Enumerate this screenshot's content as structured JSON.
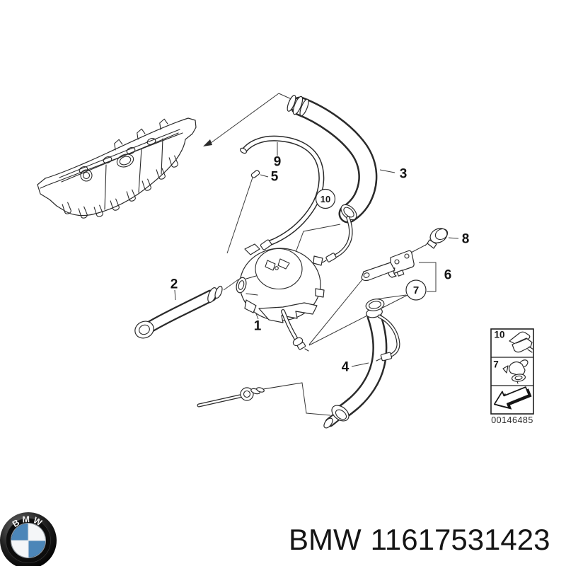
{
  "footer": {
    "brand": "BMW",
    "part_number": "11617531423",
    "logo_letters": "BMW"
  },
  "diagram": {
    "image_code": "00146485",
    "callouts": {
      "part1": "1",
      "part2": "2",
      "part3": "3",
      "part4": "4",
      "part5": "5",
      "part6": "6",
      "part7": "7",
      "part8": "8",
      "part9": "9",
      "part10": "10"
    },
    "legend": {
      "row1_label": "10",
      "row2_label": "7"
    }
  },
  "colors": {
    "line": "#2a2a2a",
    "background": "#ffffff",
    "bmw_blue": "#4c86b8",
    "text": "#141414"
  }
}
